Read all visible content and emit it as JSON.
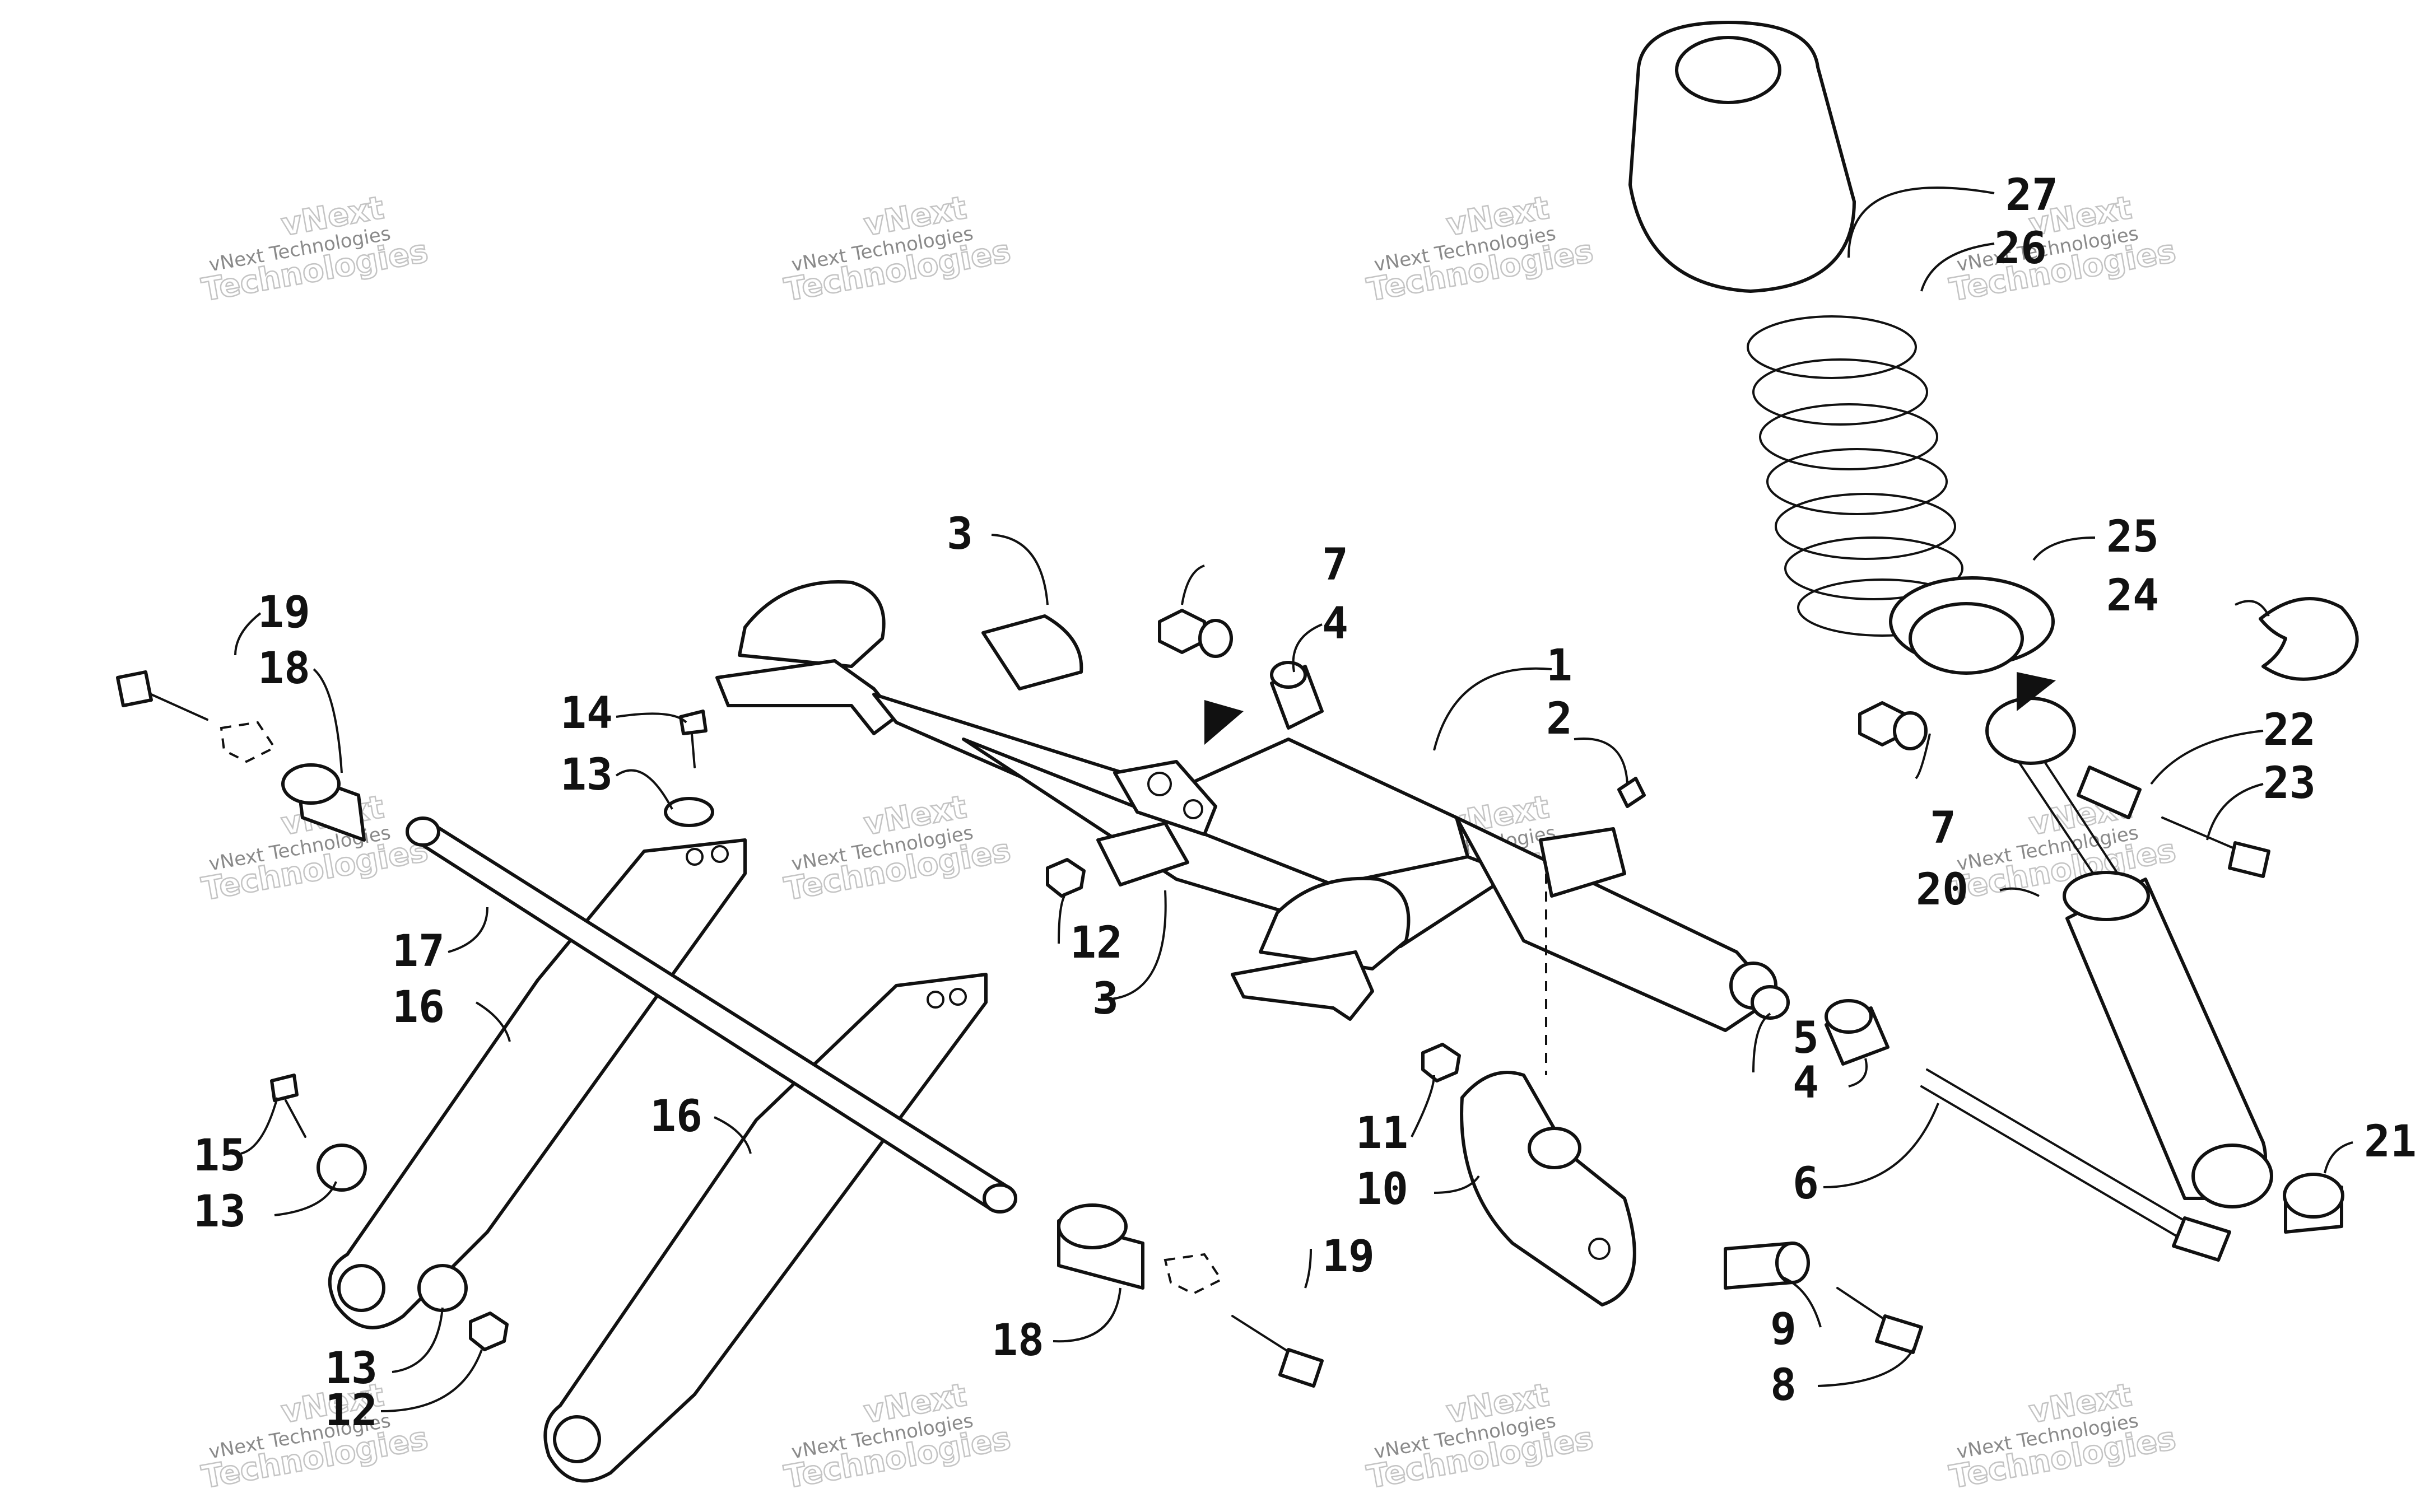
{
  "watermark": {
    "line1": "vNext Technologies",
    "line2": "Technologies",
    "overlay": "vNext"
  },
  "callouts": [
    "1",
    "2",
    "3",
    "3",
    "4",
    "4",
    "5",
    "6",
    "7",
    "7",
    "8",
    "9",
    "10",
    "11",
    "12",
    "12",
    "13",
    "13",
    "13",
    "14",
    "15",
    "16",
    "16",
    "17",
    "18",
    "18",
    "19",
    "19",
    "20",
    "21",
    "22",
    "23",
    "24",
    "25",
    "26",
    "27"
  ]
}
